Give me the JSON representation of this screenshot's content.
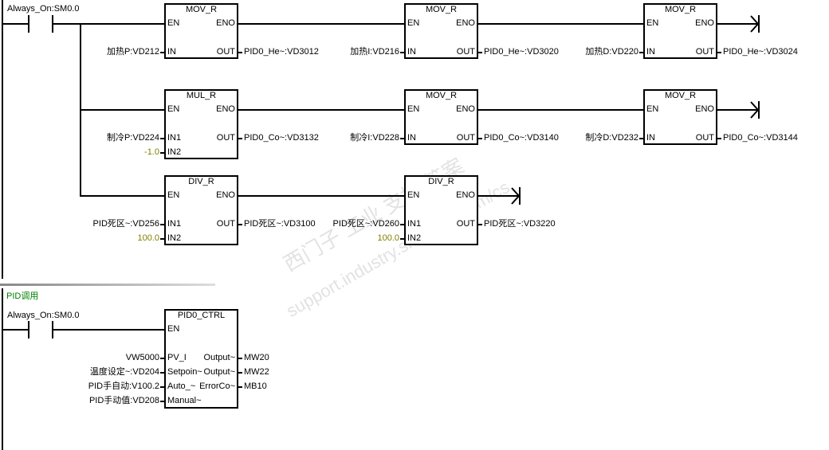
{
  "network1": {
    "contact_label": "Always_On:SM0.0",
    "blocks": [
      {
        "title": "MOV_R",
        "inputs": [
          {
            "pin": "EN"
          },
          {
            "pin": "IN",
            "operand": "加热P:VD212"
          }
        ],
        "outputs": [
          {
            "pin": "ENO"
          },
          {
            "pin": "OUT",
            "operand": "PID0_He~:VD3012"
          }
        ]
      },
      {
        "title": "MOV_R",
        "inputs": [
          {
            "pin": "EN"
          },
          {
            "pin": "IN",
            "operand": "加热I:VD216"
          }
        ],
        "outputs": [
          {
            "pin": "ENO"
          },
          {
            "pin": "OUT",
            "operand": "PID0_He~:VD3020"
          }
        ]
      },
      {
        "title": "MOV_R",
        "inputs": [
          {
            "pin": "EN"
          },
          {
            "pin": "IN",
            "operand": "加热D:VD220"
          }
        ],
        "outputs": [
          {
            "pin": "ENO"
          },
          {
            "pin": "OUT",
            "operand": "PID0_He~:VD3024"
          }
        ]
      },
      {
        "title": "MUL_R",
        "inputs": [
          {
            "pin": "EN"
          },
          {
            "pin": "IN1",
            "operand": "制冷P:VD224"
          },
          {
            "pin": "IN2",
            "operand": "-1.0",
            "const": true
          }
        ],
        "outputs": [
          {
            "pin": "ENO"
          },
          {
            "pin": "OUT",
            "operand": "PID0_Co~:VD3132"
          }
        ]
      },
      {
        "title": "MOV_R",
        "inputs": [
          {
            "pin": "EN"
          },
          {
            "pin": "IN",
            "operand": "制冷I:VD228"
          }
        ],
        "outputs": [
          {
            "pin": "ENO"
          },
          {
            "pin": "OUT",
            "operand": "PID0_Co~:VD3140"
          }
        ]
      },
      {
        "title": "MOV_R",
        "inputs": [
          {
            "pin": "EN"
          },
          {
            "pin": "IN",
            "operand": "制冷D:VD232"
          }
        ],
        "outputs": [
          {
            "pin": "ENO"
          },
          {
            "pin": "OUT",
            "operand": "PID0_Co~:VD3144"
          }
        ]
      },
      {
        "title": "DIV_R",
        "inputs": [
          {
            "pin": "EN"
          },
          {
            "pin": "IN1",
            "operand": "PID死区~:VD256"
          },
          {
            "pin": "IN2",
            "operand": "100.0",
            "const": true
          }
        ],
        "outputs": [
          {
            "pin": "ENO"
          },
          {
            "pin": "OUT",
            "operand": "PID死区~:VD3100"
          }
        ]
      },
      {
        "title": "DIV_R",
        "inputs": [
          {
            "pin": "EN"
          },
          {
            "pin": "IN1",
            "operand": "PID死区~:VD260"
          },
          {
            "pin": "IN2",
            "operand": "100.0",
            "const": true
          }
        ],
        "outputs": [
          {
            "pin": "ENO"
          },
          {
            "pin": "OUT",
            "operand": "PID死区~:VD3220"
          }
        ]
      }
    ]
  },
  "network2": {
    "title": "PID调用",
    "contact_label": "Always_On:SM0.0",
    "block": {
      "title": "PID0_CTRL",
      "inputs": [
        {
          "pin": "EN"
        },
        {
          "pin": "PV_I",
          "operand": "VW5000"
        },
        {
          "pin": "Setpoin~",
          "operand": "温度设定~:VD204"
        },
        {
          "pin": "Auto_~",
          "operand": "PID手自动:V100.2"
        },
        {
          "pin": "Manual~",
          "operand": "PID手动值:VD208"
        }
      ],
      "outputs": [
        {
          "pin": "Output~",
          "operand": "MW20"
        },
        {
          "pin": "Output~",
          "operand": "MW22"
        },
        {
          "pin": "ErrorCo~",
          "operand": "MB10"
        }
      ]
    }
  },
  "watermark": {
    "line1": "西门子 工业 支持 答案",
    "line2": "support.industry.siemens.com/cs"
  }
}
